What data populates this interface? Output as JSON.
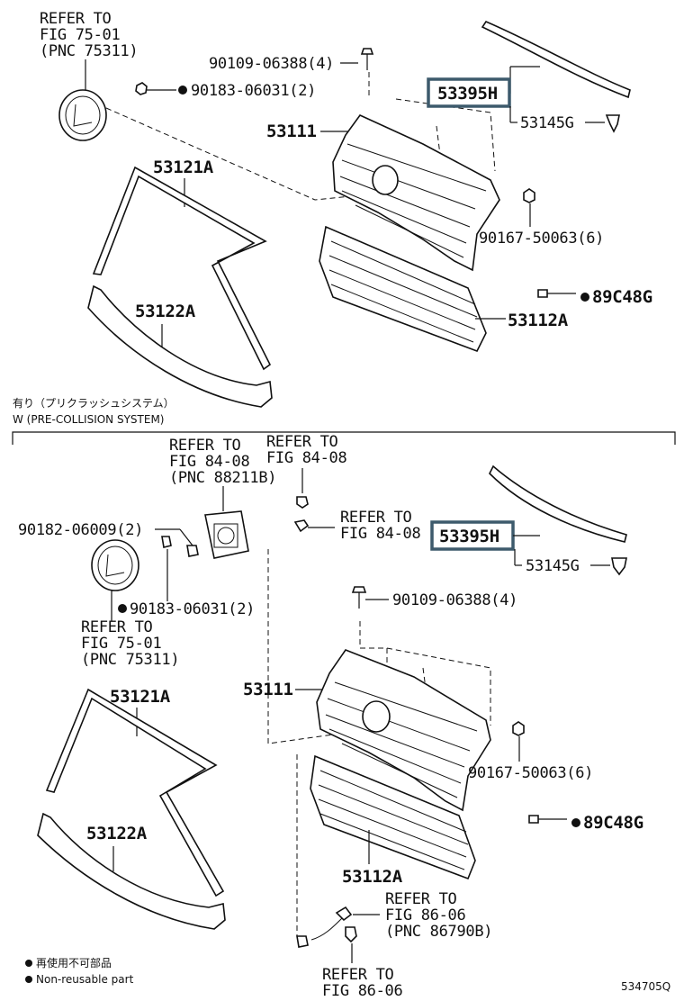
{
  "top": {
    "ref_emblem": [
      "REFER TO",
      "FIG 75-01",
      "(PNC 75311)"
    ],
    "bolt_90109": "90109-06388(4)",
    "nut_90183": "90183-06031(2)",
    "molding_53395h": "53395H",
    "clip_53145g": "53145G",
    "grille_53111": "53111",
    "molding_53121a": "53121A",
    "nut_90167": "90167-50063(6)",
    "clip_89c48g": "89C48G",
    "molding_53122a": "53122A",
    "grille_53112a": "53112A",
    "variant_jp": "有り（プリクラッシュシステム）",
    "variant_en": "W (PRE-COLLISION SYSTEM)"
  },
  "bottom": {
    "ref_88211b": [
      "REFER TO",
      "FIG 84-08",
      "(PNC 88211B)"
    ],
    "ref_84_08": [
      "REFER TO",
      "FIG 84-08"
    ],
    "molding_53395h": "53395H",
    "clip_53145g": "53145G",
    "screw_90182": "90182-06009(2)",
    "nut_90183": "90183-06031(2)",
    "ref_emblem": [
      "REFER TO",
      "FIG 75-01",
      "(PNC 75311)"
    ],
    "bolt_90109": "90109-06388(4)",
    "molding_53121a": "53121A",
    "grille_53111": "53111",
    "nut_90167": "90167-50063(6)",
    "clip_89c48g": "89C48G",
    "molding_53122a": "53122A",
    "grille_53112a": "53112A",
    "ref_86790b": [
      "REFER TO",
      "FIG 86-06",
      "(PNC 86790B)"
    ],
    "ref_86_06": [
      "REFER TO",
      "FIG 86-06"
    ]
  },
  "legend": {
    "jp": "再使用不可部品",
    "en": "Non-reusable part"
  },
  "diagram_id": "534705Q",
  "colors": {
    "highlight_box": "#3d5a6c",
    "ink": "#111111"
  }
}
